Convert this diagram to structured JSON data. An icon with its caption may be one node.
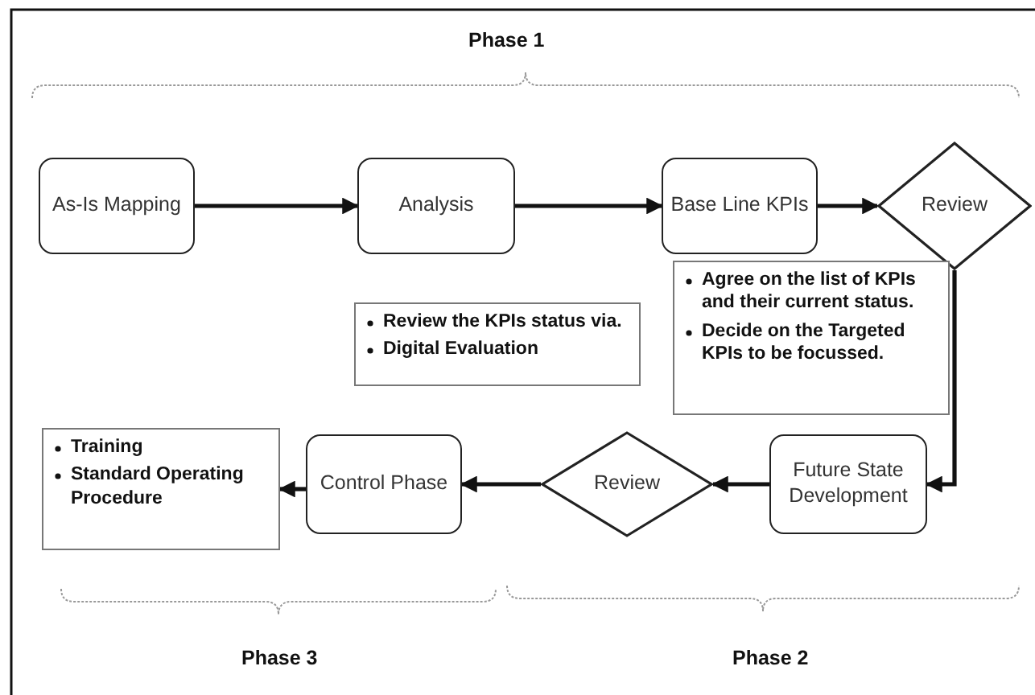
{
  "diagram": {
    "nodes": [
      {
        "text": [
          "As-Is Mapping"
        ]
      },
      {
        "text": [
          "Analysis"
        ]
      },
      {
        "text": [
          "Base Line KPIs"
        ]
      },
      {
        "text": [
          "Review"
        ]
      },
      {
        "text": [
          "Review the KPIs status via.",
          "Digital Evaluation"
        ]
      },
      {
        "text": [
          "Agree on the list of KPIs and their current status.",
          "Decide on the Targeted KPIs to be focussed."
        ]
      },
      {
        "text": [
          "Future State Development"
        ]
      },
      {
        "text": [
          "Review"
        ]
      },
      {
        "text": [
          "Control Phase"
        ]
      },
      {
        "text": [
          "Training",
          "Standard Operating Procedure"
        ]
      }
    ],
    "edges": [
      {
        "from": 0,
        "to": 1,
        "arrow": "to"
      },
      {
        "from": 1,
        "to": 2,
        "arrow": "to"
      },
      {
        "from": 2,
        "to": 3,
        "arrow": "to"
      },
      {
        "from": 3,
        "to": 6,
        "arrow": "to"
      },
      {
        "from": 6,
        "to": 7,
        "arrow": "to"
      },
      {
        "from": 7,
        "to": 8,
        "arrow": "to"
      },
      {
        "from": 8,
        "to": 9,
        "arrow": "to"
      }
    ],
    "labels": [
      "Phase 1",
      "Phase 3",
      "Phase 2"
    ]
  }
}
